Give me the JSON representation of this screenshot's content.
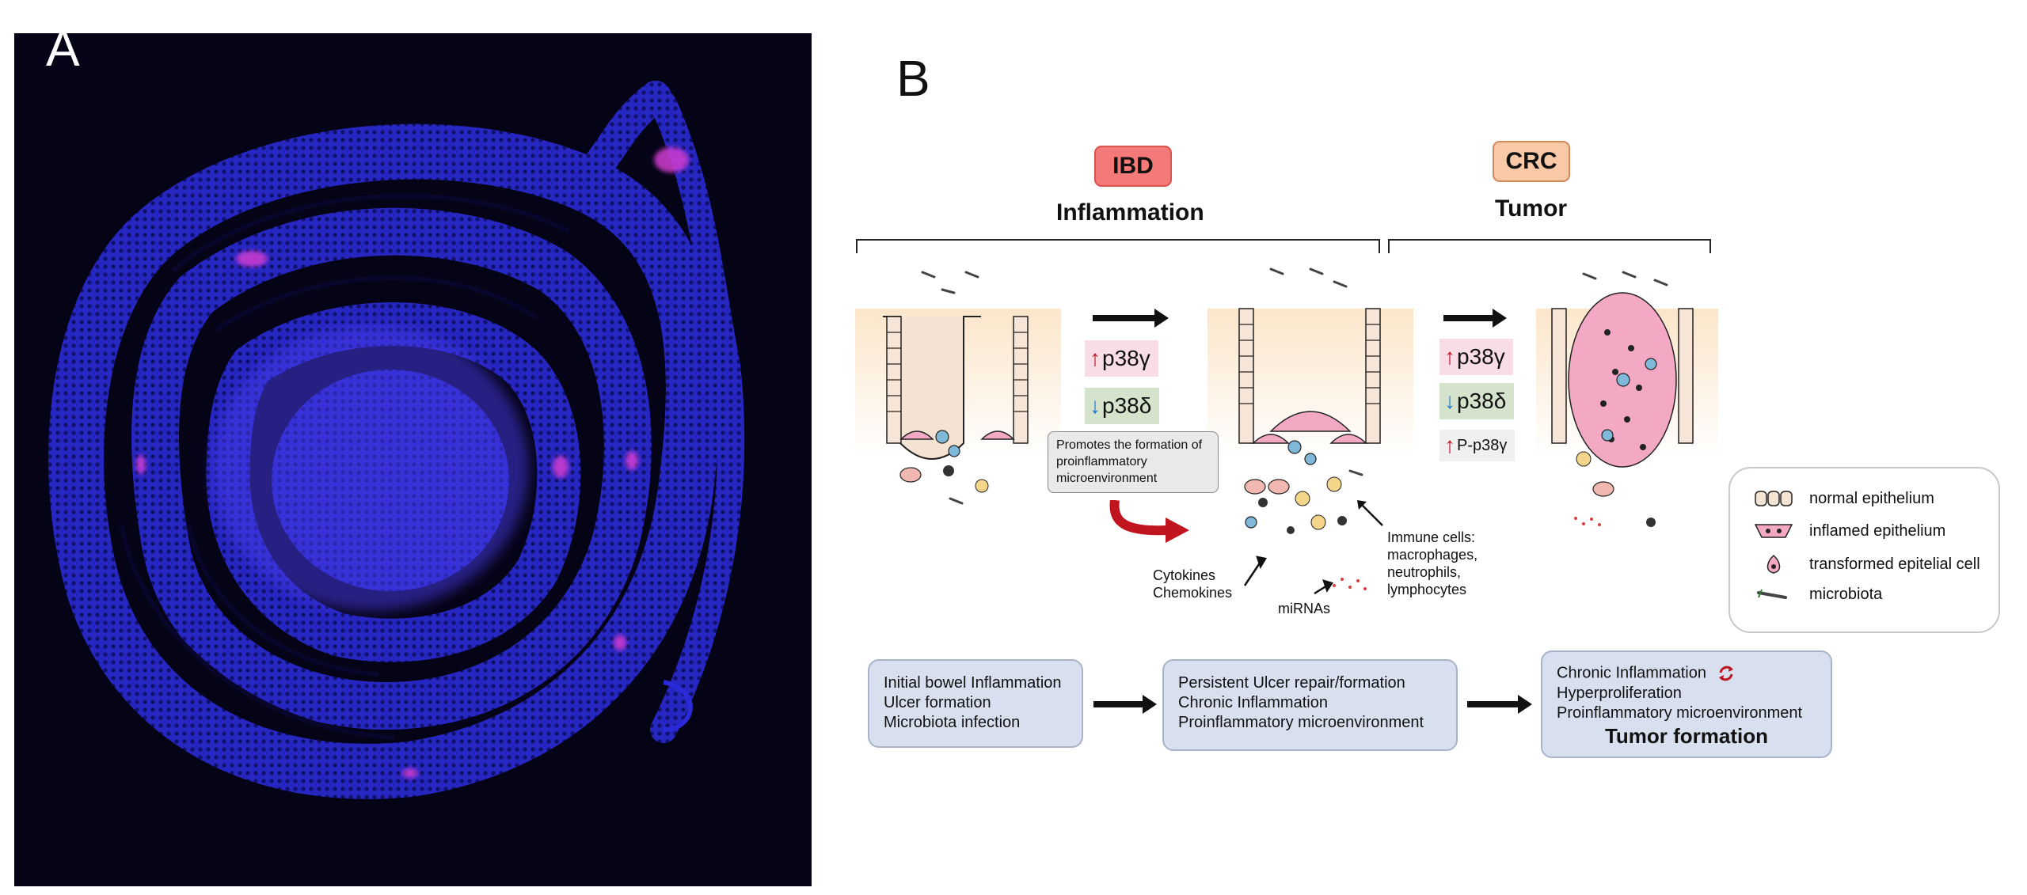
{
  "panels": {
    "a_label": "A",
    "b_label": "B"
  },
  "stages": {
    "ibd": {
      "badge": "IBD",
      "title": "Inflammation",
      "badge_color": "#f47a7a"
    },
    "crc": {
      "badge": "CRC",
      "title": "Tumor",
      "badge_color": "#f9c9a7"
    }
  },
  "markers_1": {
    "p38_gamma": "p38γ",
    "p38_delta": "p38δ",
    "promotes_note": "Promotes the formation of proinflammatory microenvironment"
  },
  "markers_2": {
    "p38_gamma": "p38γ",
    "p38_delta": "p38δ",
    "p_p38_gamma": "P-p38γ"
  },
  "annotations": {
    "cytokines": "Cytokines",
    "chemokines": "Chemokines",
    "mirnas": "miRNAs",
    "immune_line1": "Immune cells:",
    "immune_line2": "macrophages,",
    "immune_line3": "neutrophils,",
    "immune_line4": "lymphocytes"
  },
  "legend": {
    "normal": "normal epithelium",
    "inflamed": "inflamed epithelium",
    "transformed": "transformed epitelial cell",
    "microbiota": "microbiota"
  },
  "boxes": {
    "b1": [
      "Initial bowel Inflammation",
      "Ulcer formation",
      "Microbiota infection"
    ],
    "b2": [
      "Persistent Ulcer repair/formation",
      "Chronic Inflammation",
      "Proinflammatory microenvironment"
    ],
    "b3": [
      "Chronic Inflammation",
      "Hyperproliferation",
      "Proinflammatory microenvironment"
    ],
    "b3_strong": "Tumor formation"
  },
  "colors": {
    "up_arrow": "#c0141e",
    "down_arrow": "#1f78c8",
    "fluorescence_dapi": "#2a2ad8",
    "fluorescence_marker": "#d23cd2"
  }
}
